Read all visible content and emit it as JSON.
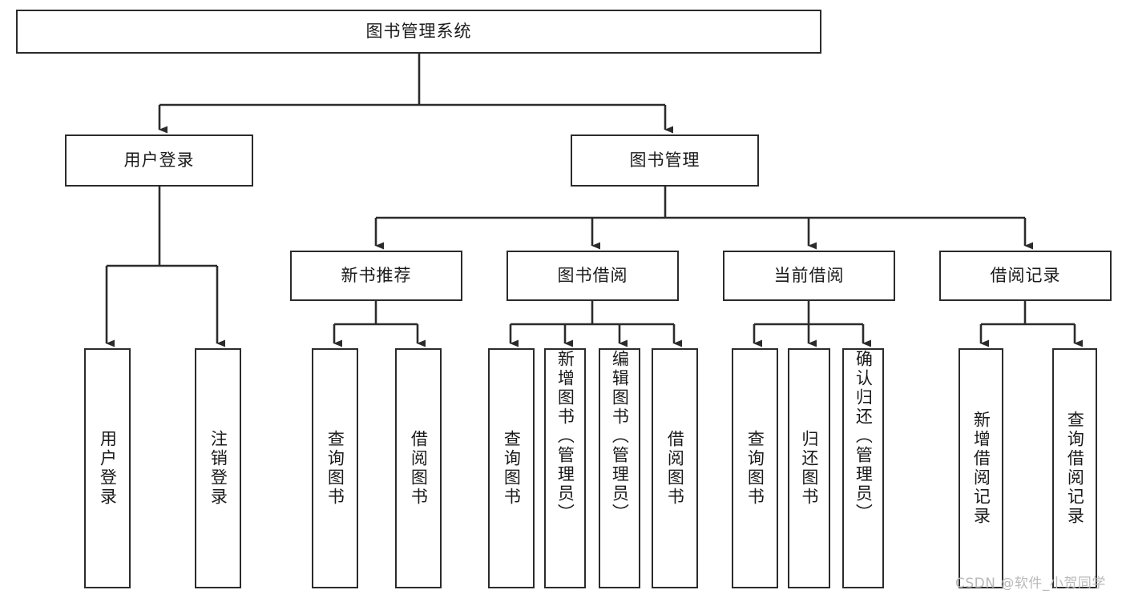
{
  "diagram": {
    "title_node": {
      "label": "图书管理系统"
    },
    "level2": [
      {
        "label": "用户登录"
      },
      {
        "label": "图书管理"
      }
    ],
    "level3": [
      {
        "label": "新书推荐"
      },
      {
        "label": "图书借阅"
      },
      {
        "label": "当前借阅"
      },
      {
        "label": "借阅记录"
      }
    ],
    "leaves": {
      "user_login": [
        {
          "label": "用户登录"
        },
        {
          "label": "注销登录"
        }
      ],
      "new_book_recommend": [
        {
          "label": "查询图书"
        },
        {
          "label": "借阅图书"
        }
      ],
      "book_borrow": [
        {
          "label": "查询图书"
        },
        {
          "label": "新增图书（管理员）"
        },
        {
          "label": "编辑图书（管理员）"
        },
        {
          "label": "借阅图书"
        }
      ],
      "current_borrow": [
        {
          "label": "查询图书"
        },
        {
          "label": "归还图书"
        },
        {
          "label": "确认归还（管理员）"
        }
      ],
      "borrow_record": [
        {
          "label": "新增借阅记录"
        },
        {
          "label": "查询借阅记录"
        }
      ]
    }
  },
  "watermark": {
    "text": "CSDN @软件_小贺同学"
  },
  "colors": {
    "stroke": "#2b2b2b",
    "fill": "#ffffff",
    "text": "#1a1a1a",
    "watermark": "#b9b9b9"
  }
}
